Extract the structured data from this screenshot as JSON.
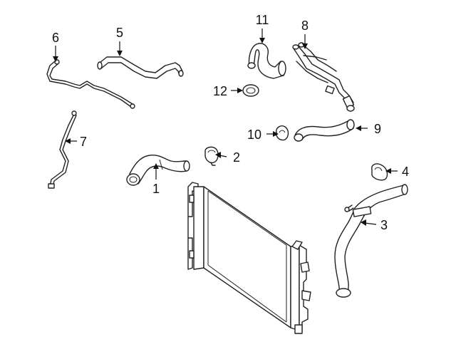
{
  "diagram": {
    "callouts": {
      "p1": "1",
      "p2": "2",
      "p3": "3",
      "p4": "4",
      "p5": "5",
      "p6": "6",
      "p7": "7",
      "p8": "8",
      "p9": "9",
      "p10": "10",
      "p11": "11",
      "p12": "12"
    }
  }
}
